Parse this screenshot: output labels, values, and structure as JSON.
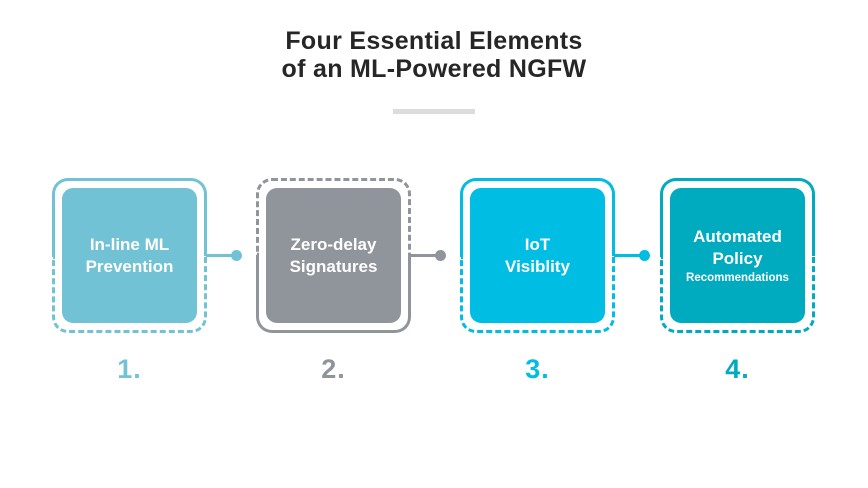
{
  "title": {
    "line1": "Four Essential Elements",
    "line2": "of an ML-Powered NGFW",
    "color": "#262626"
  },
  "divider_color": "#dcdcdc",
  "background": "#ffffff",
  "items": [
    {
      "number": "1.",
      "lines": [
        "In-line ML",
        "Prevention"
      ],
      "sub": "",
      "color": "#72c2d6",
      "border_style": "solid-top",
      "has_connector": true
    },
    {
      "number": "2.",
      "lines": [
        "Zero-delay",
        "Signatures"
      ],
      "sub": "",
      "color": "#90959c",
      "border_style": "solid-bottom",
      "has_connector": true
    },
    {
      "number": "3.",
      "lines": [
        "IoT",
        "Visiblity"
      ],
      "sub": "",
      "color": "#00bde4",
      "border_style": "solid-top",
      "has_connector": true
    },
    {
      "number": "4.",
      "lines": [
        "Automated",
        "Policy"
      ],
      "sub": "Recommendations",
      "color": "#00abbf",
      "border_style": "solid-top",
      "has_connector": false
    }
  ]
}
